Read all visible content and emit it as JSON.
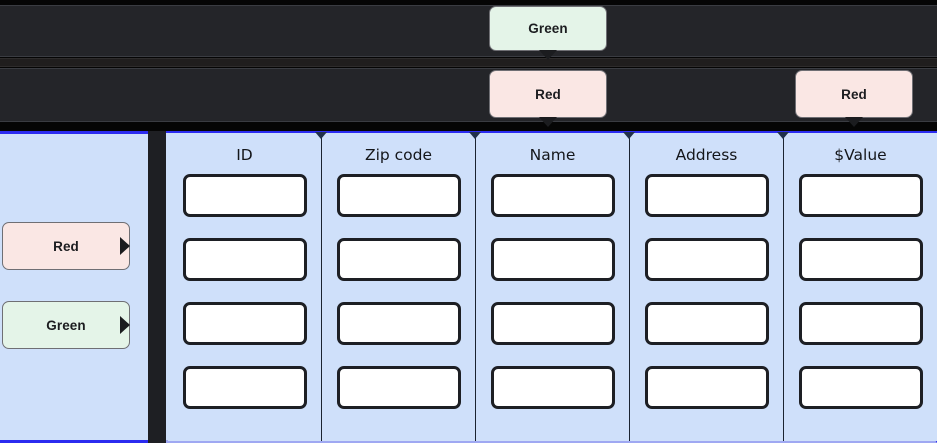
{
  "callouts": {
    "top_green": {
      "label": "Green",
      "color": "#e4f4e8"
    },
    "top_red": {
      "label": "Red",
      "color": "#fae7e4"
    },
    "right_red": {
      "label": "Red",
      "color": "#fae7e4"
    },
    "left_red": {
      "label": "Red",
      "color": "#fae7e4"
    },
    "left_green": {
      "label": "Green",
      "color": "#e4f4e8"
    }
  },
  "theme": {
    "panel_background": "#cfe0fa",
    "panel_border": "#2b2bf0",
    "dark_background": "#242529",
    "cell_background": "#ffffff",
    "cell_border": "#1d1f24"
  },
  "grid": {
    "columns": [
      {
        "header": "ID",
        "cells": [
          "",
          "",
          "",
          ""
        ]
      },
      {
        "header": "Zip code",
        "cells": [
          "",
          "",
          "",
          ""
        ]
      },
      {
        "header": "Name",
        "cells": [
          "",
          "",
          "",
          ""
        ]
      },
      {
        "header": "Address",
        "cells": [
          "",
          "",
          "",
          ""
        ]
      },
      {
        "header": "$Value",
        "cells": [
          "",
          "",
          "",
          ""
        ]
      }
    ]
  }
}
